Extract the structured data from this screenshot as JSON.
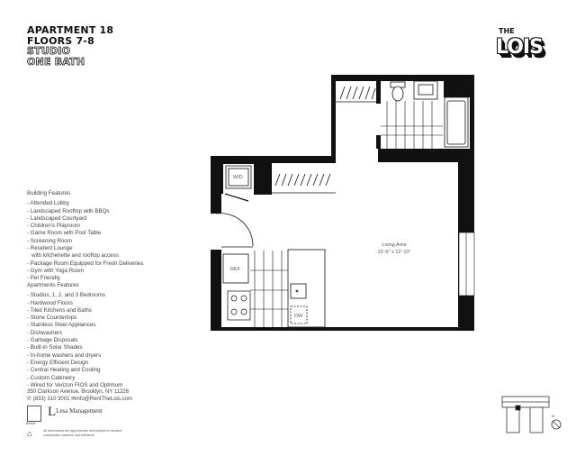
{
  "header": {
    "line1": "APARTMENT 18",
    "line2": "FLOORS 7-8",
    "line3": "STUDIO",
    "line4": "ONE BATH"
  },
  "logo": {
    "text_top": "THE",
    "text_main": "LOIS"
  },
  "building_features": {
    "heading": "Building Features",
    "items": [
      "- Attended Lobby",
      "- Landscaped Rooftop with BBQs",
      "- Landscaped Courtyard",
      "- Children's Playroom",
      "- Game Room with Pool Table",
      "- Screening Room",
      "- Resident Lounge",
      "   with kitchenette and rooftop access",
      "- Package Room Equipped for Fresh Deliveries",
      "- Gym with Yoga Room",
      "- Pet Friendly"
    ]
  },
  "apartment_features": {
    "heading": "Apartments Features",
    "items": [
      "- Studios, 1, 2, and 3 Bedrooms",
      "- Hardwood Floors",
      "- Tiled Kitchens and Baths",
      "- Stone Countertops",
      "- Stainless Steel Appliances",
      "- Dishwashers",
      "- Garbage Disposals",
      "- Built-in Solar Shades",
      "- In-home washers and dryers",
      "- Energy Efficient Design",
      "- Central Heating and Cooling",
      "- Custom Cabinetry",
      "- Wired for Verizon FIOS and Optimum"
    ]
  },
  "contact": {
    "address": "350 Clarkson Avenue, Brooklyn, NY 11226",
    "phone": "(833) 310 3001",
    "email": "info@RentTheLois.com"
  },
  "partners": {
    "left": "Bluline",
    "right": "Lesa Management"
  },
  "disclaimer": "All dimensions are approximate and subject to nominal construction variance and tolerance.",
  "plan": {
    "living_label": "Living Area",
    "living_dims": "15'-6\" x 12'-10\"",
    "wd": "W/D",
    "ref": "REF",
    "dw": "DW"
  },
  "compass": {
    "label": "N"
  }
}
